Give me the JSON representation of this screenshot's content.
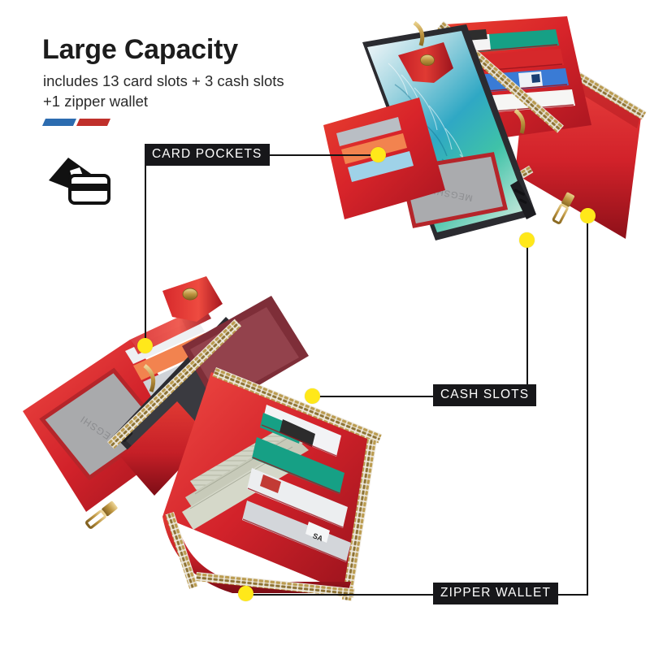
{
  "page": {
    "background_color": "#ffffff",
    "text_color": "#1c1c1c"
  },
  "header": {
    "headline": "Large Capacity",
    "sub_line_1": "includes 13 card slots + 3 cash slots",
    "sub_line_2": "+1 zipper wallet"
  },
  "divider": {
    "blue_color": "#2c6cb0",
    "red_color": "#c0302b"
  },
  "icon": {
    "name": "card-slot-icon",
    "color": "#111111"
  },
  "callouts": [
    {
      "id": "card-pockets",
      "label": "CARD POCKETS",
      "background": "#17171a",
      "text_color": "#ffffff"
    },
    {
      "id": "cash-slots",
      "label": "CASH SLOTS",
      "background": "#17171a",
      "text_color": "#ffffff"
    },
    {
      "id": "zipper-wallet",
      "label": "ZIPPER WALLET",
      "background": "#17171a",
      "text_color": "#ffffff"
    }
  ],
  "markers": {
    "color": "#ffe81a",
    "count": 6
  },
  "product": {
    "brand_mark": "MEGSHI",
    "leather_color": "#d9262a",
    "leather_dark": "#a81520",
    "leather_light": "#ef4a43",
    "zipper_metal": "#c9a24a",
    "snap_button": "#c8a13c",
    "phone_body": "#2b2b30",
    "screen_colors": [
      "#1f7fa8",
      "#2fb6c0",
      "#7fd6b6",
      "#bfe8d8"
    ],
    "cards": [
      {
        "color": "#16a085",
        "label": ""
      },
      {
        "color": "#f2f2f2",
        "label": ""
      },
      {
        "color": "#2b2b2b",
        "label": ""
      },
      {
        "color": "#3a7bd5",
        "label": ""
      },
      {
        "color": "#f2814e",
        "label": ""
      },
      {
        "color": "#c9ccd1",
        "label": ""
      }
    ],
    "cash_color": "#cfd2c4",
    "id_window_color": "#a8a9ab"
  }
}
